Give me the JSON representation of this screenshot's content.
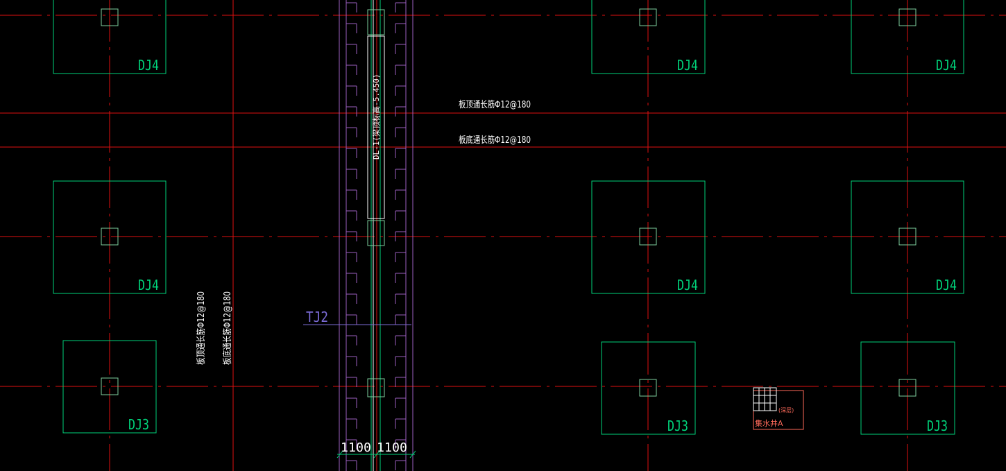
{
  "colors": {
    "background": "#000000",
    "axis_line": "#e01010",
    "foundation_outline": "#00d27a",
    "column_outline": "#7ecf9e",
    "beam_outline": "#9b5fc0",
    "beam_inner": "#ffffff",
    "label_green": "#00d27a",
    "label_white": "#ffffff",
    "label_purple": "#7b6bd6",
    "sump_color": "#ff6a5a",
    "dimension_color": "#ffffff"
  },
  "foundations": [
    {
      "id": "f1",
      "label": "DJ4"
    },
    {
      "id": "f2",
      "label": "DJ4"
    },
    {
      "id": "f3",
      "label": "DJ4"
    },
    {
      "id": "f4",
      "label": "DJ4"
    },
    {
      "id": "f5",
      "label": "DJ4"
    },
    {
      "id": "f6",
      "label": "DJ4"
    },
    {
      "id": "f7",
      "label": "DJ3"
    },
    {
      "id": "f8",
      "label": "DJ3"
    },
    {
      "id": "f9",
      "label": "DJ3"
    }
  ],
  "annotations": {
    "rebar_top_horizontal": "板顶通长筋Φ12@180",
    "rebar_bottom_horizontal": "板底通长筋Φ12@180",
    "rebar_top_vertical": "板顶通长筋Φ12@180",
    "rebar_bottom_vertical": "板底通长筋Φ12@180",
    "beam_label": "DL-1(梁顶标高-5.450)",
    "strip_foundation_label": "TJ2",
    "sump_label": "集水井A",
    "sump_note": "(深层)"
  },
  "dimensions": {
    "left": "1100",
    "right": "1100"
  }
}
